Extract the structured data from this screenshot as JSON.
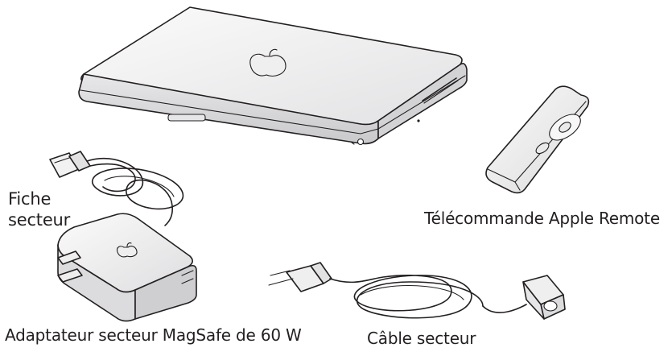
{
  "labels": {
    "connector_line1": "Fiche",
    "connector_line2": "secteur",
    "remote": "Télécommande Apple Remote",
    "adapter": "Adaptateur secteur MagSafe de 60 W",
    "cable": "Câble secteur"
  },
  "colors": {
    "line": "#231f20",
    "body_light": "#f4f4f5",
    "body_shadow": "#d9d9dc",
    "background": "#ffffff"
  }
}
